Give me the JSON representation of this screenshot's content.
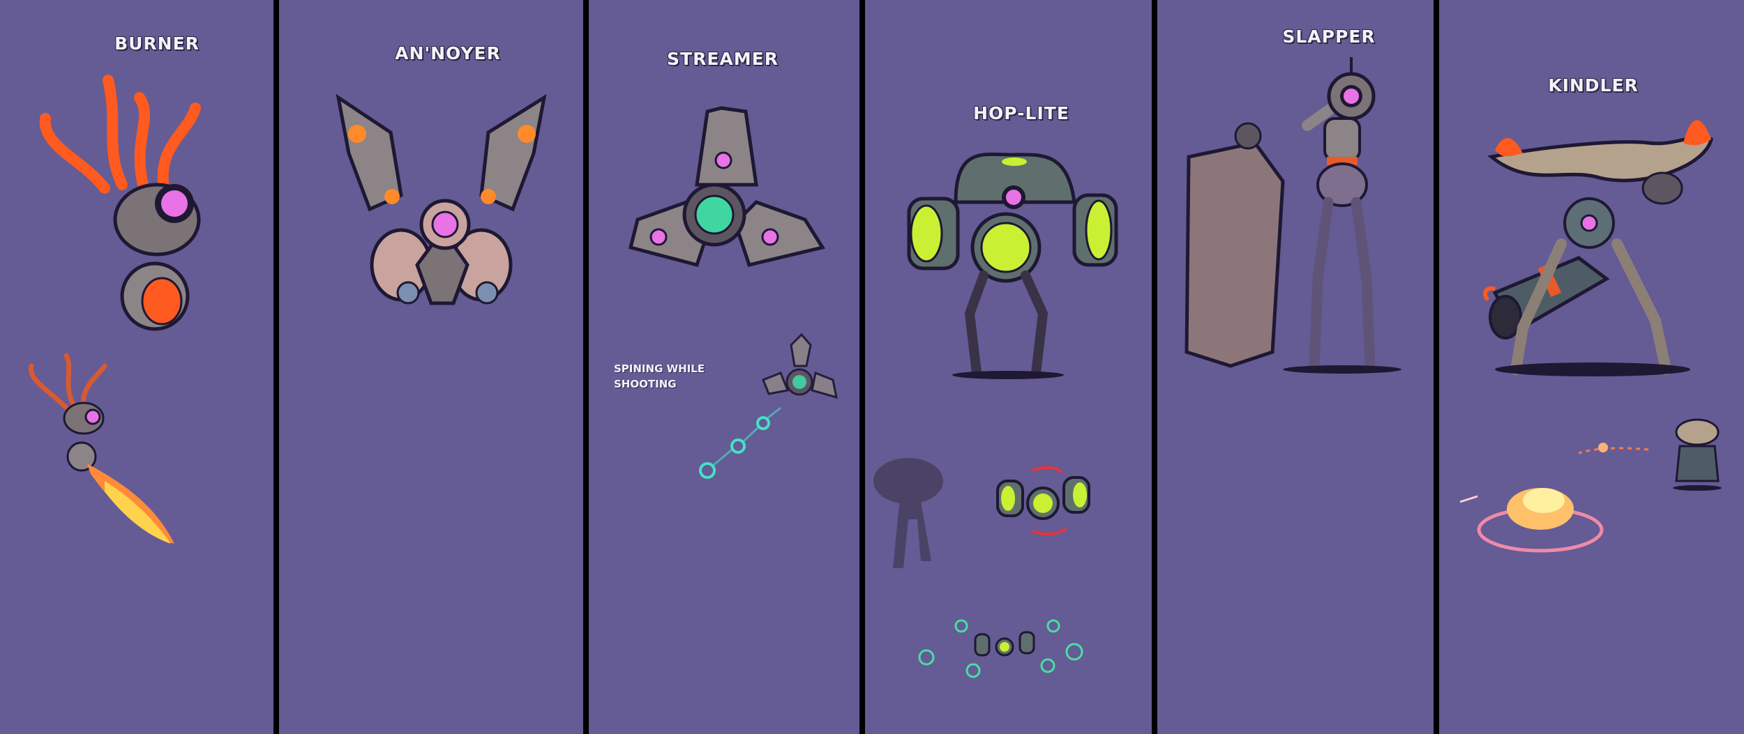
{
  "colors": {
    "panel_bg": "#655b95",
    "divider": "#000000",
    "eye_pink": "#e872e6",
    "eye_teal": "#3fd6a0",
    "eye_lime": "#c9f033",
    "flame": "#ff5a1f",
    "metal": "#8c8487",
    "shadow": "#1e1833"
  },
  "enemies": [
    {
      "name": "BURNER",
      "icon": "burner-enemy-icon"
    },
    {
      "name": "AN'NOYER",
      "icon": "annoyer-enemy-icon"
    },
    {
      "name": "STREAMER",
      "icon": "streamer-enemy-icon",
      "note_lines": [
        "SPINING WHILE",
        "SHOOTING"
      ]
    },
    {
      "name": "HOP-LITE",
      "icon": "hoplite-enemy-icon"
    },
    {
      "name": "SLAPPER",
      "icon": "slapper-enemy-icon"
    },
    {
      "name": "KINDLER",
      "icon": "kindler-enemy-icon"
    }
  ]
}
